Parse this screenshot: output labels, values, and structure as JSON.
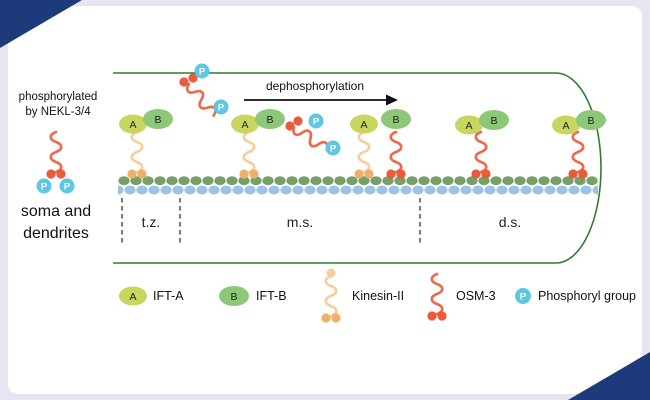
{
  "panel": {
    "bg": "#e7e5f2",
    "card_bg": "#ffffff",
    "corner_color": "#1d3a7a"
  },
  "left": {
    "note_line1": "phosphorylated",
    "note_line2": "by NEKL-3/4",
    "soma_line1": "soma and",
    "soma_line2": "dendrites"
  },
  "cilium": {
    "arrow_label": "dephosphorylation",
    "zones": [
      {
        "label": "t.z."
      },
      {
        "label": "m.s."
      },
      {
        "label": "d.s."
      }
    ]
  },
  "molecules": {
    "ift_a_letter": "A",
    "ift_b_letter": "B",
    "phosphoryl_letter": "P"
  },
  "legend": {
    "items": [
      {
        "label": "IFT-A"
      },
      {
        "label": "IFT-B"
      },
      {
        "label": "Kinesin-II"
      },
      {
        "label": "OSM-3"
      },
      {
        "label": "Phosphoryl group"
      }
    ]
  },
  "colors": {
    "ift_a": "#c8d55e",
    "ift_b": "#8cc878",
    "kinesin": "#f4cf9f",
    "kinesin_feet": "#f0b06a",
    "osm3": "#ee6a4d",
    "osm3_feet": "#ea5a3c",
    "phosphoryl": "#5ec7e4",
    "membrane": "#2e7d32",
    "mt_top": "#76a066",
    "mt_bottom": "#9cc3e4"
  }
}
